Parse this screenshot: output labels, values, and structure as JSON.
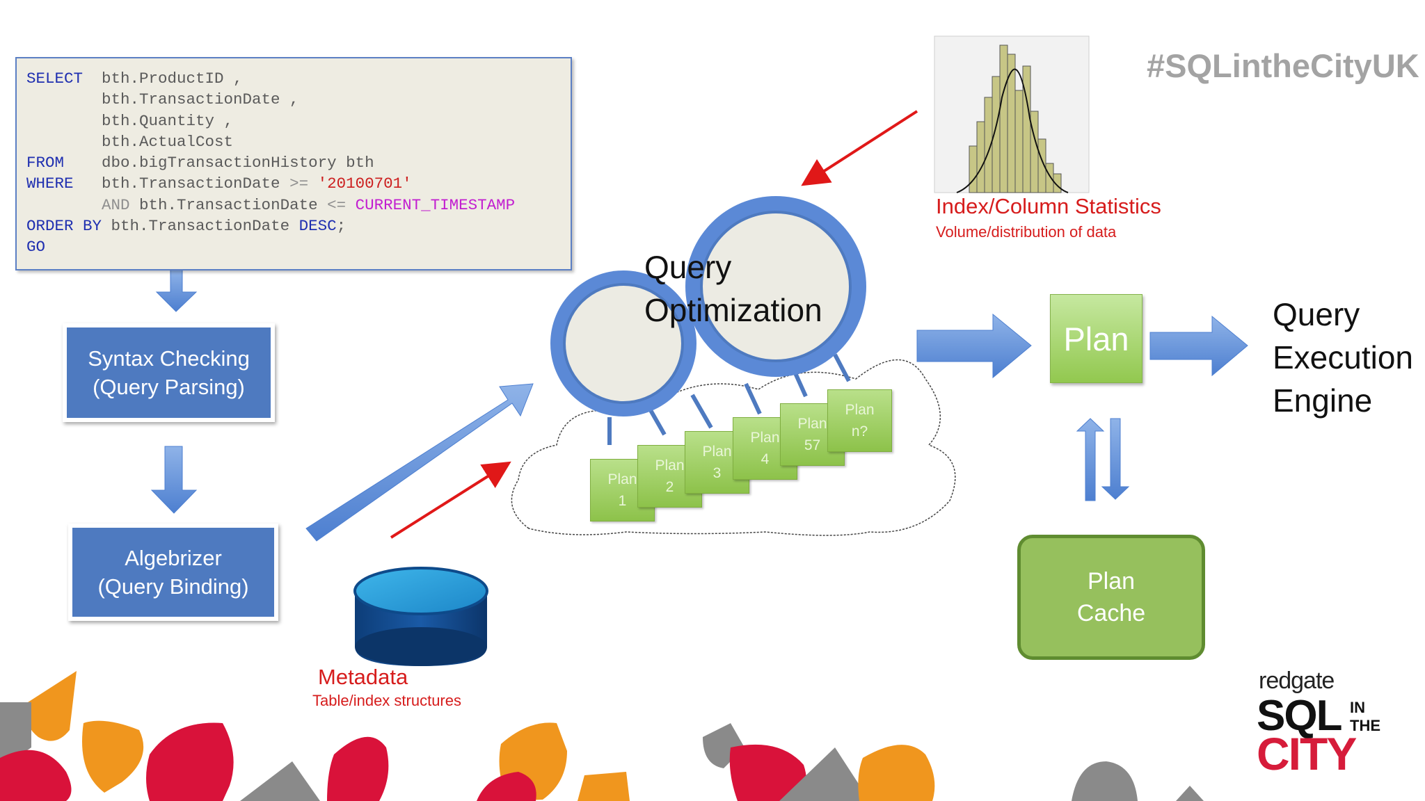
{
  "hashtag": "#SQLintheCityUK",
  "code": {
    "line1_kw": "SELECT",
    "line1": "  bth.ProductID ,",
    "line2": "        bth.TransactionDate ,",
    "line3": "        bth.Quantity ,",
    "line4": "        bth.ActualCost",
    "line5_kw": "FROM",
    "line5": "    dbo.bigTransactionHistory bth",
    "line6_kw": "WHERE",
    "line6a": "   bth.TransactionDate ",
    "line6_op": ">=",
    "line6_str": " '20100701'",
    "line7_op": "        AND",
    "line7a": " bth.TransactionDate ",
    "line7_op2": "<=",
    "line7_fn": " CURRENT_TIMESTAMP",
    "line8_kw": "ORDER BY",
    "line8": " bth.TransactionDate ",
    "line8_kw2": "DESC",
    "line8_end": ";",
    "line9_kw": "GO"
  },
  "syntax_box": {
    "line1": "Syntax Checking",
    "line2": "(Query Parsing)"
  },
  "algebrizer_box": {
    "line1": "Algebrizer",
    "line2": "(Query Binding)"
  },
  "metadata": {
    "title": "Metadata",
    "subtitle": "Table/index structures"
  },
  "query_optimization": {
    "line1": "Query",
    "line2": "Optimization"
  },
  "plan_cards": [
    {
      "line1": "Plan",
      "line2": "1"
    },
    {
      "line1": "Plan",
      "line2": "2"
    },
    {
      "line1": "Plan",
      "line2": "3"
    },
    {
      "line1": "Plan",
      "line2": "4"
    },
    {
      "line1": "Plan",
      "line2": "57"
    },
    {
      "line1": "Plan",
      "line2": "n?"
    }
  ],
  "statistics": {
    "title": "Index/Column Statistics",
    "subtitle": "Volume/distribution of data"
  },
  "plan": "Plan",
  "plan_cache": {
    "line1": "Plan",
    "line2": "Cache"
  },
  "execution_engine": {
    "line1": "Query",
    "line2": "Execution",
    "line3": "Engine"
  },
  "logo": {
    "brand": "redgate",
    "sql": "SQL",
    "in": "IN",
    "the": "THE",
    "city": "CITY"
  },
  "colors": {
    "accent_blue": "#4e7ac0",
    "plan_green": "#8dc24a",
    "cache_green": "#96c05d",
    "annotation_red": "#d61c1c",
    "drop_red": "#d9123a",
    "drop_orange": "#f0961e",
    "drop_gray": "#8a8a8a"
  }
}
